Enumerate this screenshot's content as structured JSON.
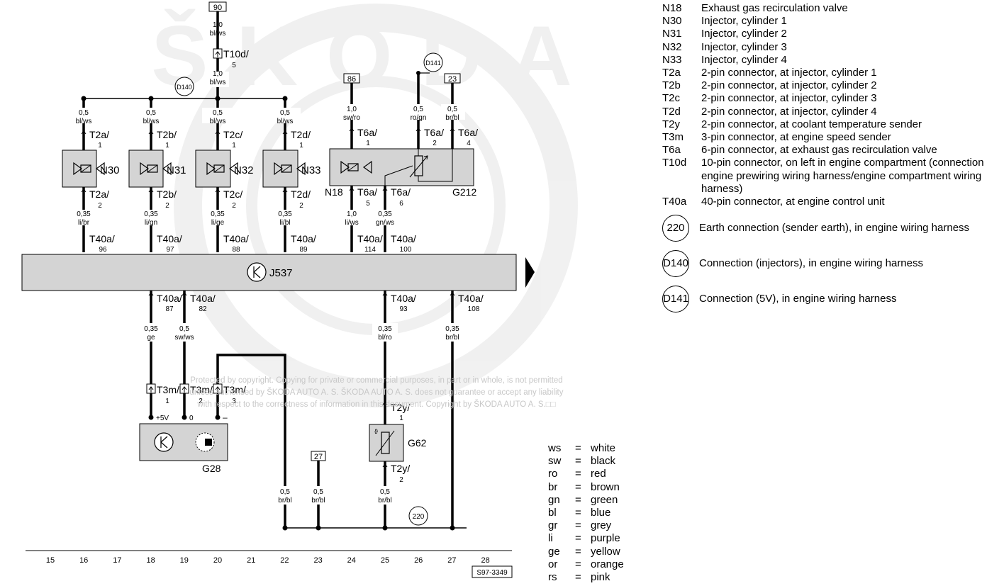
{
  "diagram": {
    "top_labels": {
      "c90": "90",
      "c86": "86",
      "c23_top": "23",
      "c27": "27",
      "D140": "D140",
      "D141": "D141",
      "c220": "220",
      "ref": "S97-3349"
    },
    "wire_90": {
      "size": "1,0",
      "color": "bl/ws",
      "conn": "T10d/",
      "pin": "5"
    },
    "wire_90b": {
      "size": "1,0",
      "color": "bl/ws"
    },
    "injectors": [
      {
        "name": "N30",
        "size_top": "0,5",
        "color_top": "bl/ws",
        "conn_top": "T2a/",
        "pin_top": "1",
        "conn_bot": "T2a/",
        "pin_bot": "2",
        "size_bot": "0,35",
        "color_bot": "li/br",
        "ecu_conn": "T40a/",
        "ecu_pin": "96"
      },
      {
        "name": "N31",
        "size_top": "0,5",
        "color_top": "bl/ws",
        "conn_top": "T2b/",
        "pin_top": "1",
        "conn_bot": "T2b/",
        "pin_bot": "2",
        "size_bot": "0,35",
        "color_bot": "li/gn",
        "ecu_conn": "T40a/",
        "ecu_pin": "97"
      },
      {
        "name": "N32",
        "size_top": "0,5",
        "color_top": "bl/ws",
        "conn_top": "T2c/",
        "pin_top": "1",
        "conn_bot": "T2c/",
        "pin_bot": "2",
        "size_bot": "0,35",
        "color_bot": "li/ge",
        "ecu_conn": "T40a/",
        "ecu_pin": "88"
      },
      {
        "name": "N33",
        "size_top": "0,5",
        "color_top": "bl/ws",
        "conn_top": "T2d/",
        "pin_top": "1",
        "conn_bot": "T2d/",
        "pin_bot": "2",
        "size_bot": "0,35",
        "color_bot": "li/bl",
        "ecu_conn": "T40a/",
        "ecu_pin": "89"
      }
    ],
    "egr": {
      "n18": "N18",
      "g212": "G212",
      "w86": {
        "size": "1,0",
        "color": "sw/ro",
        "conn": "T6a/",
        "pin": "1"
      },
      "w141": {
        "size": "0,5",
        "color": "ro/gn",
        "conn": "T6a/",
        "pin": "2"
      },
      "w23": {
        "size": "0,5",
        "color": "br/bl",
        "conn": "T6a/",
        "pin": "4"
      },
      "w5": {
        "conn": "T6a/",
        "pin": "5",
        "size": "1,0",
        "color": "li/ws",
        "ecu_conn": "T40a/",
        "ecu_pin": "114"
      },
      "w6": {
        "conn": "T6a/",
        "pin": "6",
        "size": "0,35",
        "color": "gn/ws",
        "ecu_conn": "T40a/",
        "ecu_pin": "100"
      }
    },
    "ecu": {
      "name": "J537"
    },
    "ecu_bottom": [
      {
        "conn": "T40a/",
        "pin": "87",
        "size": "0,35",
        "color": "ge"
      },
      {
        "conn": "T40a/",
        "pin": "82",
        "size": "0,5",
        "color": "sw/ws"
      },
      {
        "conn": "T40a/",
        "pin": "93",
        "size": "0,35",
        "color": "bl/ro"
      },
      {
        "conn": "T40a/",
        "pin": "108",
        "size": "0,35",
        "color": "br/bl"
      }
    ],
    "g28": {
      "name": "G28",
      "t1": "T3m/",
      "p1": "1",
      "t2": "T3m/",
      "p2": "2",
      "t3": "T3m/",
      "p3": "3",
      "plus": "+5V",
      "zero": "0",
      "minus": "–"
    },
    "g62": {
      "name": "G62",
      "t_top": "T2y/",
      "p_top": "1",
      "t_bot": "T2y/",
      "p_bot": "2",
      "size": "0,5",
      "color": "br/bl"
    },
    "ground": [
      {
        "size": "0,5",
        "color": "br/bl"
      },
      {
        "size": "0,5",
        "color": "br/bl"
      }
    ],
    "copyright": [
      "Protected by copyright. Copying for private or commercial purposes, in part or in whole, is not permitted",
      "unless authorised by ŠKODA AUTO A. S. ŠKODA AUTO A. S. does not guarantee or accept any liability",
      "with respect to the correctness of information in this document. Copyright by ŠKODA AUTO A. S.□□"
    ],
    "columns": [
      "15",
      "16",
      "17",
      "18",
      "19",
      "20",
      "21",
      "22",
      "23",
      "24",
      "25",
      "26",
      "27",
      "28"
    ],
    "watermark": "ŠKODA"
  },
  "legend": [
    {
      "code": "N18",
      "text": "Exhaust gas recirculation valve"
    },
    {
      "code": "N30",
      "text": "Injector, cylinder 1"
    },
    {
      "code": "N31",
      "text": "Injector, cylinder 2"
    },
    {
      "code": "N32",
      "text": "Injector, cylinder 3"
    },
    {
      "code": "N33",
      "text": "Injector, cylinder 4"
    },
    {
      "code": "T2a",
      "text": "2-pin connector, at injector, cylinder 1"
    },
    {
      "code": "T2b",
      "text": "2-pin connector, at injector, cylinder 2"
    },
    {
      "code": "T2c",
      "text": "2-pin connector, at injector, cylinder 3"
    },
    {
      "code": "T2d",
      "text": "2-pin connector, at injector, cylinder 4"
    },
    {
      "code": "T2y",
      "text": "2-pin connector, at coolant temperature sender"
    },
    {
      "code": "T3m",
      "text": "3-pin connector, at engine speed sender"
    },
    {
      "code": "T6a",
      "text": "6-pin connector, at exhaust gas recirculation valve"
    },
    {
      "code": "T10d",
      "text": "10-pin connector, on left in engine compartment (connection engine prewiring wiring harness/engine compartment wiring harness)"
    },
    {
      "code": "T40a",
      "text": "40-pin connector, at engine control unit"
    }
  ],
  "legend_circles": [
    {
      "code": "220",
      "text": "Earth connection (sender earth), in engine wiring harness"
    },
    {
      "code": "D140",
      "text": "Connection (injectors), in engine wiring harness"
    },
    {
      "code": "D141",
      "text": "Connection (5V), in engine wiring harness"
    }
  ],
  "colors": [
    {
      "abbr": "ws",
      "eq": "=",
      "name": "white"
    },
    {
      "abbr": "sw",
      "eq": "=",
      "name": "black"
    },
    {
      "abbr": "ro",
      "eq": "=",
      "name": "red"
    },
    {
      "abbr": "br",
      "eq": "=",
      "name": "brown"
    },
    {
      "abbr": "gn",
      "eq": "=",
      "name": "green"
    },
    {
      "abbr": "bl",
      "eq": "=",
      "name": "blue"
    },
    {
      "abbr": "gr",
      "eq": "=",
      "name": "grey"
    },
    {
      "abbr": "li",
      "eq": "=",
      "name": "purple"
    },
    {
      "abbr": "ge",
      "eq": "=",
      "name": "yellow"
    },
    {
      "abbr": "or",
      "eq": "=",
      "name": "orange"
    },
    {
      "abbr": "rs",
      "eq": "=",
      "name": "pink"
    }
  ]
}
